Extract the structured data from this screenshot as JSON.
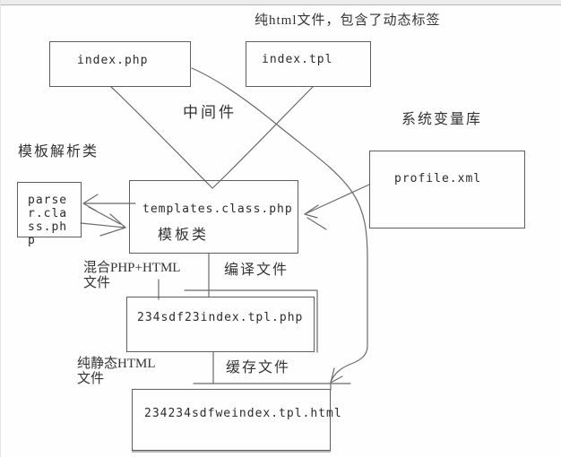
{
  "diagram": {
    "boxes": {
      "index_php": {
        "label": "index.php"
      },
      "index_tpl": {
        "label": "index.tpl"
      },
      "profile_xml": {
        "label": "profile.xml"
      },
      "templates_class": {
        "label": "templates.class.php",
        "sublabel": "模板类"
      },
      "parser_class": {
        "label": "parser.class.php"
      },
      "compiled_file": {
        "label": "234sdf23index.tpl.php"
      },
      "cached_file": {
        "label": "234234sdfweindex.tpl.html"
      }
    },
    "labels": {
      "pure_html_note": "纯html文件，包含了动态标签",
      "middleware": "中间件",
      "system_variable_lib": "系统变量库",
      "template_parser_class": "模板解析类",
      "mixed_php_html_file": "混合PHP+HTML文件",
      "compile_file": "编译文件",
      "pure_static_html_file": "纯静态HTML文件",
      "cache_file": "缓存文件"
    },
    "colors": {
      "line": "#6a6a6a",
      "box_border": "#5e5e5e",
      "text": "#2b2b2b",
      "background": "#fefefe",
      "topbar": "#ececec"
    }
  }
}
